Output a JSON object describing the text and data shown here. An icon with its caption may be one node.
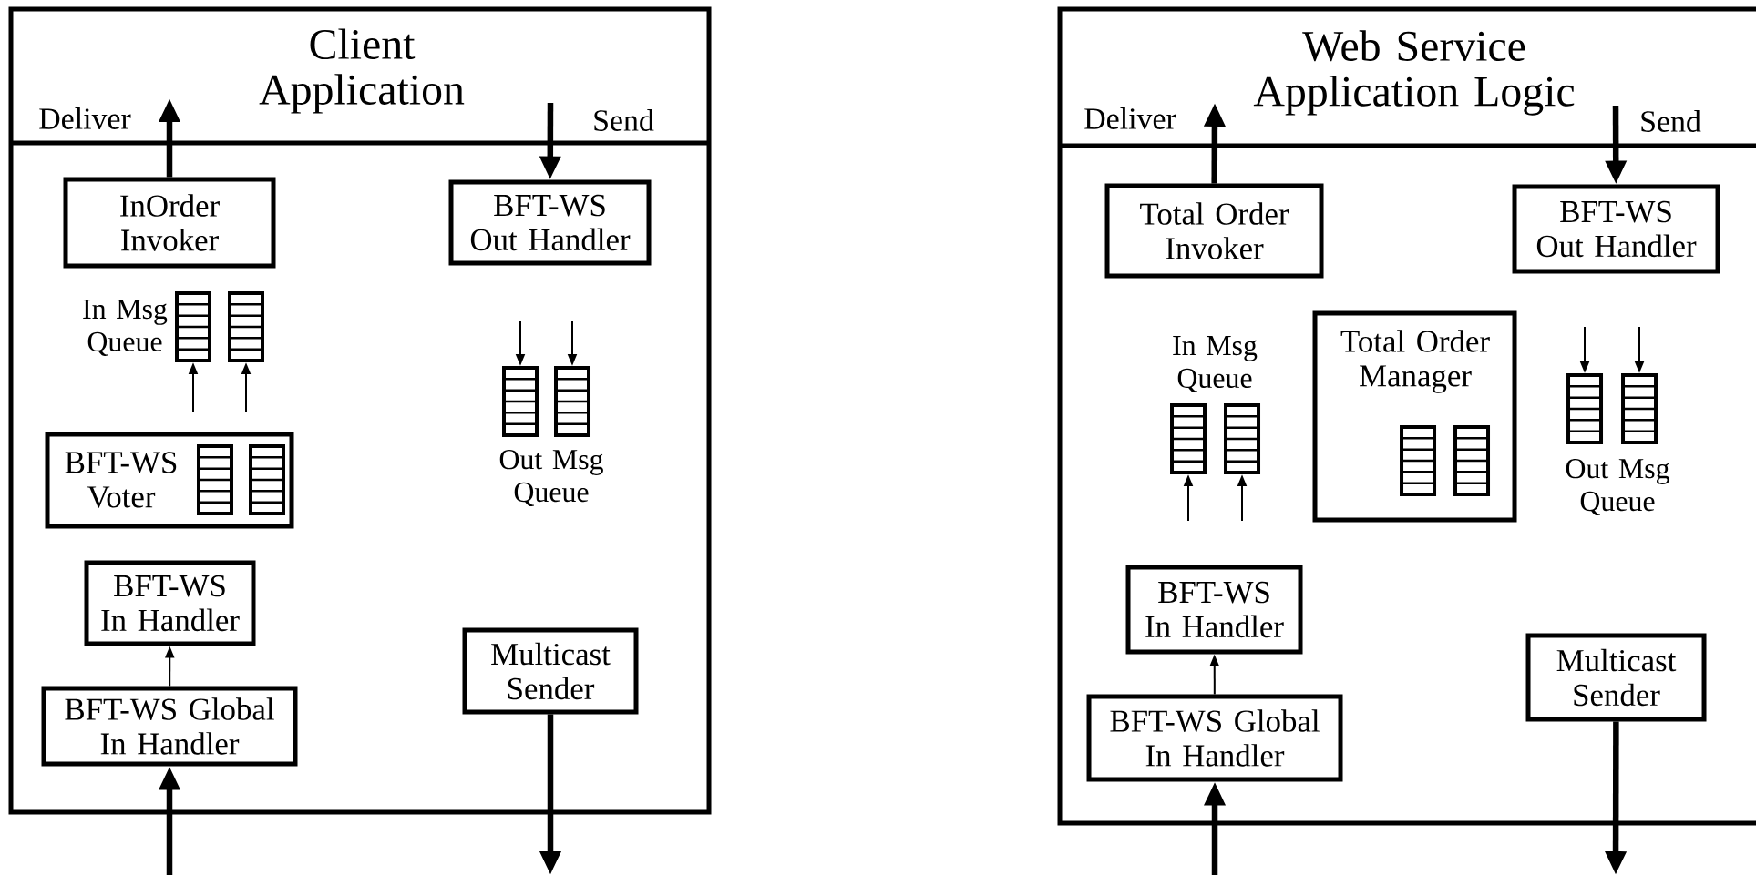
{
  "diagram": {
    "nodes": [
      {
        "text": [
          "Client Application"
        ]
      },
      {
        "text": [
          "InOrder Invoker"
        ],
        "in": 0
      },
      {
        "text": [
          "BFT-WS Out Handler"
        ],
        "in": 0
      },
      {
        "text": [],
        "shape": "queue",
        "in": 0
      },
      {
        "text": [],
        "shape": "queue",
        "in": 0
      },
      {
        "text": [],
        "shape": "queue",
        "in": 0
      },
      {
        "text": [],
        "shape": "queue",
        "in": 0
      },
      {
        "text": [
          "BFT-WS Voter"
        ],
        "in": 0
      },
      {
        "text": [],
        "shape": "queue",
        "in": 7
      },
      {
        "text": [],
        "shape": "queue",
        "in": 7
      },
      {
        "text": [
          "BFT-WS In Handler"
        ],
        "in": 0
      },
      {
        "text": [
          "BFT-WS Global In Handler"
        ],
        "in": 0
      },
      {
        "text": [
          "Multicast Sender"
        ],
        "in": 0
      },
      {
        "text": [
          "Web Service Application Logic"
        ]
      },
      {
        "text": [
          "Total Order Invoker"
        ],
        "in": 13
      },
      {
        "text": [
          "BFT-WS Out Handler"
        ],
        "in": 13
      },
      {
        "text": [],
        "shape": "queue",
        "in": 13
      },
      {
        "text": [],
        "shape": "queue",
        "in": 13
      },
      {
        "text": [
          "Total Order Manager"
        ],
        "in": 13
      },
      {
        "text": [],
        "shape": "queue",
        "in": 18
      },
      {
        "text": [],
        "shape": "queue",
        "in": 18
      },
      {
        "text": [],
        "shape": "queue",
        "in": 13
      },
      {
        "text": [],
        "shape": "queue",
        "in": 13
      },
      {
        "text": [
          "BFT-WS In Handler"
        ],
        "in": 13
      },
      {
        "text": [
          "BFT-WS Global In Handler"
        ],
        "in": 13
      },
      {
        "text": [
          "Multicast Sender"
        ],
        "in": 13
      }
    ],
    "edges": [
      {
        "from": 1,
        "to": null,
        "arrow": "to",
        "label": "Deliver",
        "style": "thick"
      },
      {
        "from": null,
        "to": 2,
        "arrow": "to",
        "label": "Send",
        "style": "thick"
      },
      {
        "from": null,
        "to": 3,
        "arrow": "to"
      },
      {
        "from": null,
        "to": 4,
        "arrow": "to"
      },
      {
        "from": null,
        "to": 5,
        "arrow": "to"
      },
      {
        "from": null,
        "to": 6,
        "arrow": "to"
      },
      {
        "from": 11,
        "to": 10,
        "arrow": "to"
      },
      {
        "from": null,
        "to": 11,
        "arrow": "to",
        "style": "thick"
      },
      {
        "from": 12,
        "to": null,
        "arrow": "to",
        "style": "thick"
      },
      {
        "from": 14,
        "to": null,
        "arrow": "to",
        "label": "Deliver",
        "style": "thick"
      },
      {
        "from": null,
        "to": 15,
        "arrow": "to",
        "label": "Send",
        "style": "thick"
      },
      {
        "from": null,
        "to": 16,
        "arrow": "to"
      },
      {
        "from": null,
        "to": 17,
        "arrow": "to"
      },
      {
        "from": null,
        "to": 21,
        "arrow": "to"
      },
      {
        "from": null,
        "to": 22,
        "arrow": "to"
      },
      {
        "from": 24,
        "to": 23,
        "arrow": "to"
      },
      {
        "from": null,
        "to": 24,
        "arrow": "to",
        "style": "thick"
      },
      {
        "from": 25,
        "to": null,
        "arrow": "to",
        "style": "thick"
      }
    ],
    "labels": [
      "In Msg Queue",
      "Out Msg Queue",
      "In Msg Queue",
      "Out Msg Queue"
    ]
  }
}
